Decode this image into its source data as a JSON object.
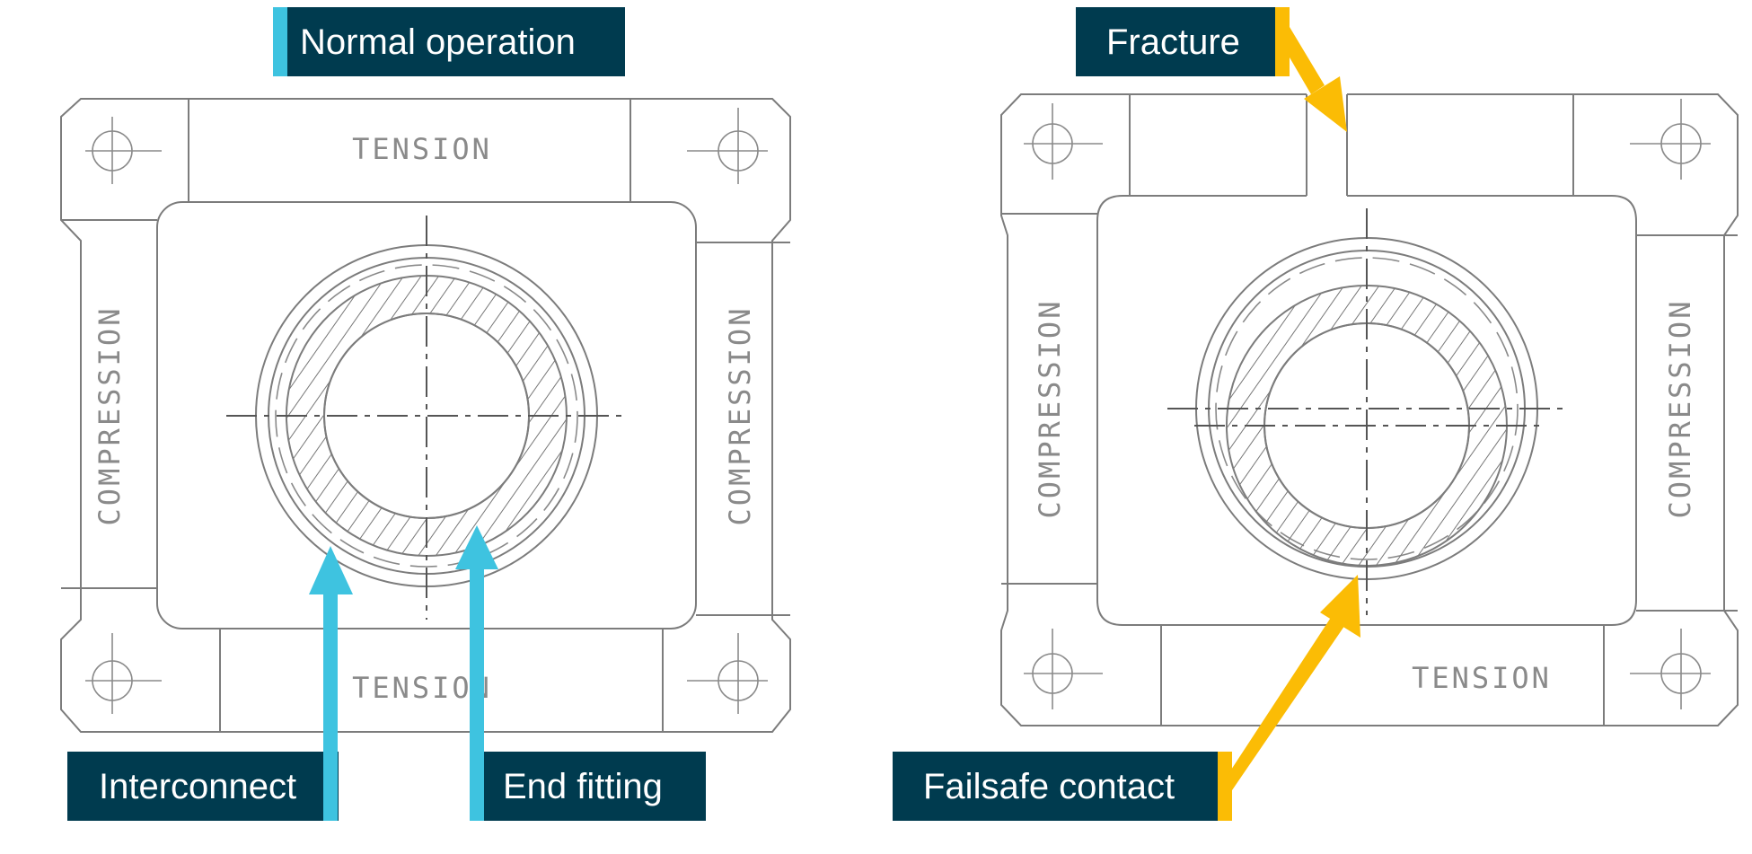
{
  "colors": {
    "label_background": "#003b4f",
    "label_text": "#ffffff",
    "normal_accent": "#3ec3e0",
    "failure_accent": "#fbbc05",
    "drawing_line": "#7c7c7c"
  },
  "left_panel": {
    "title": "Normal operation",
    "plate_labels": {
      "top": "TENSION",
      "bottom": "TENSION",
      "left": "COMPRESSION",
      "right": "COMPRESSION"
    },
    "callouts": {
      "interconnect": "Interconnect",
      "end_fitting": "End fitting"
    }
  },
  "right_panel": {
    "plate_labels": {
      "bottom": "TENSION",
      "left": "COMPRESSION",
      "right": "COMPRESSION"
    },
    "callouts": {
      "fracture": "Fracture",
      "failsafe_contact": "Failsafe contact"
    }
  }
}
